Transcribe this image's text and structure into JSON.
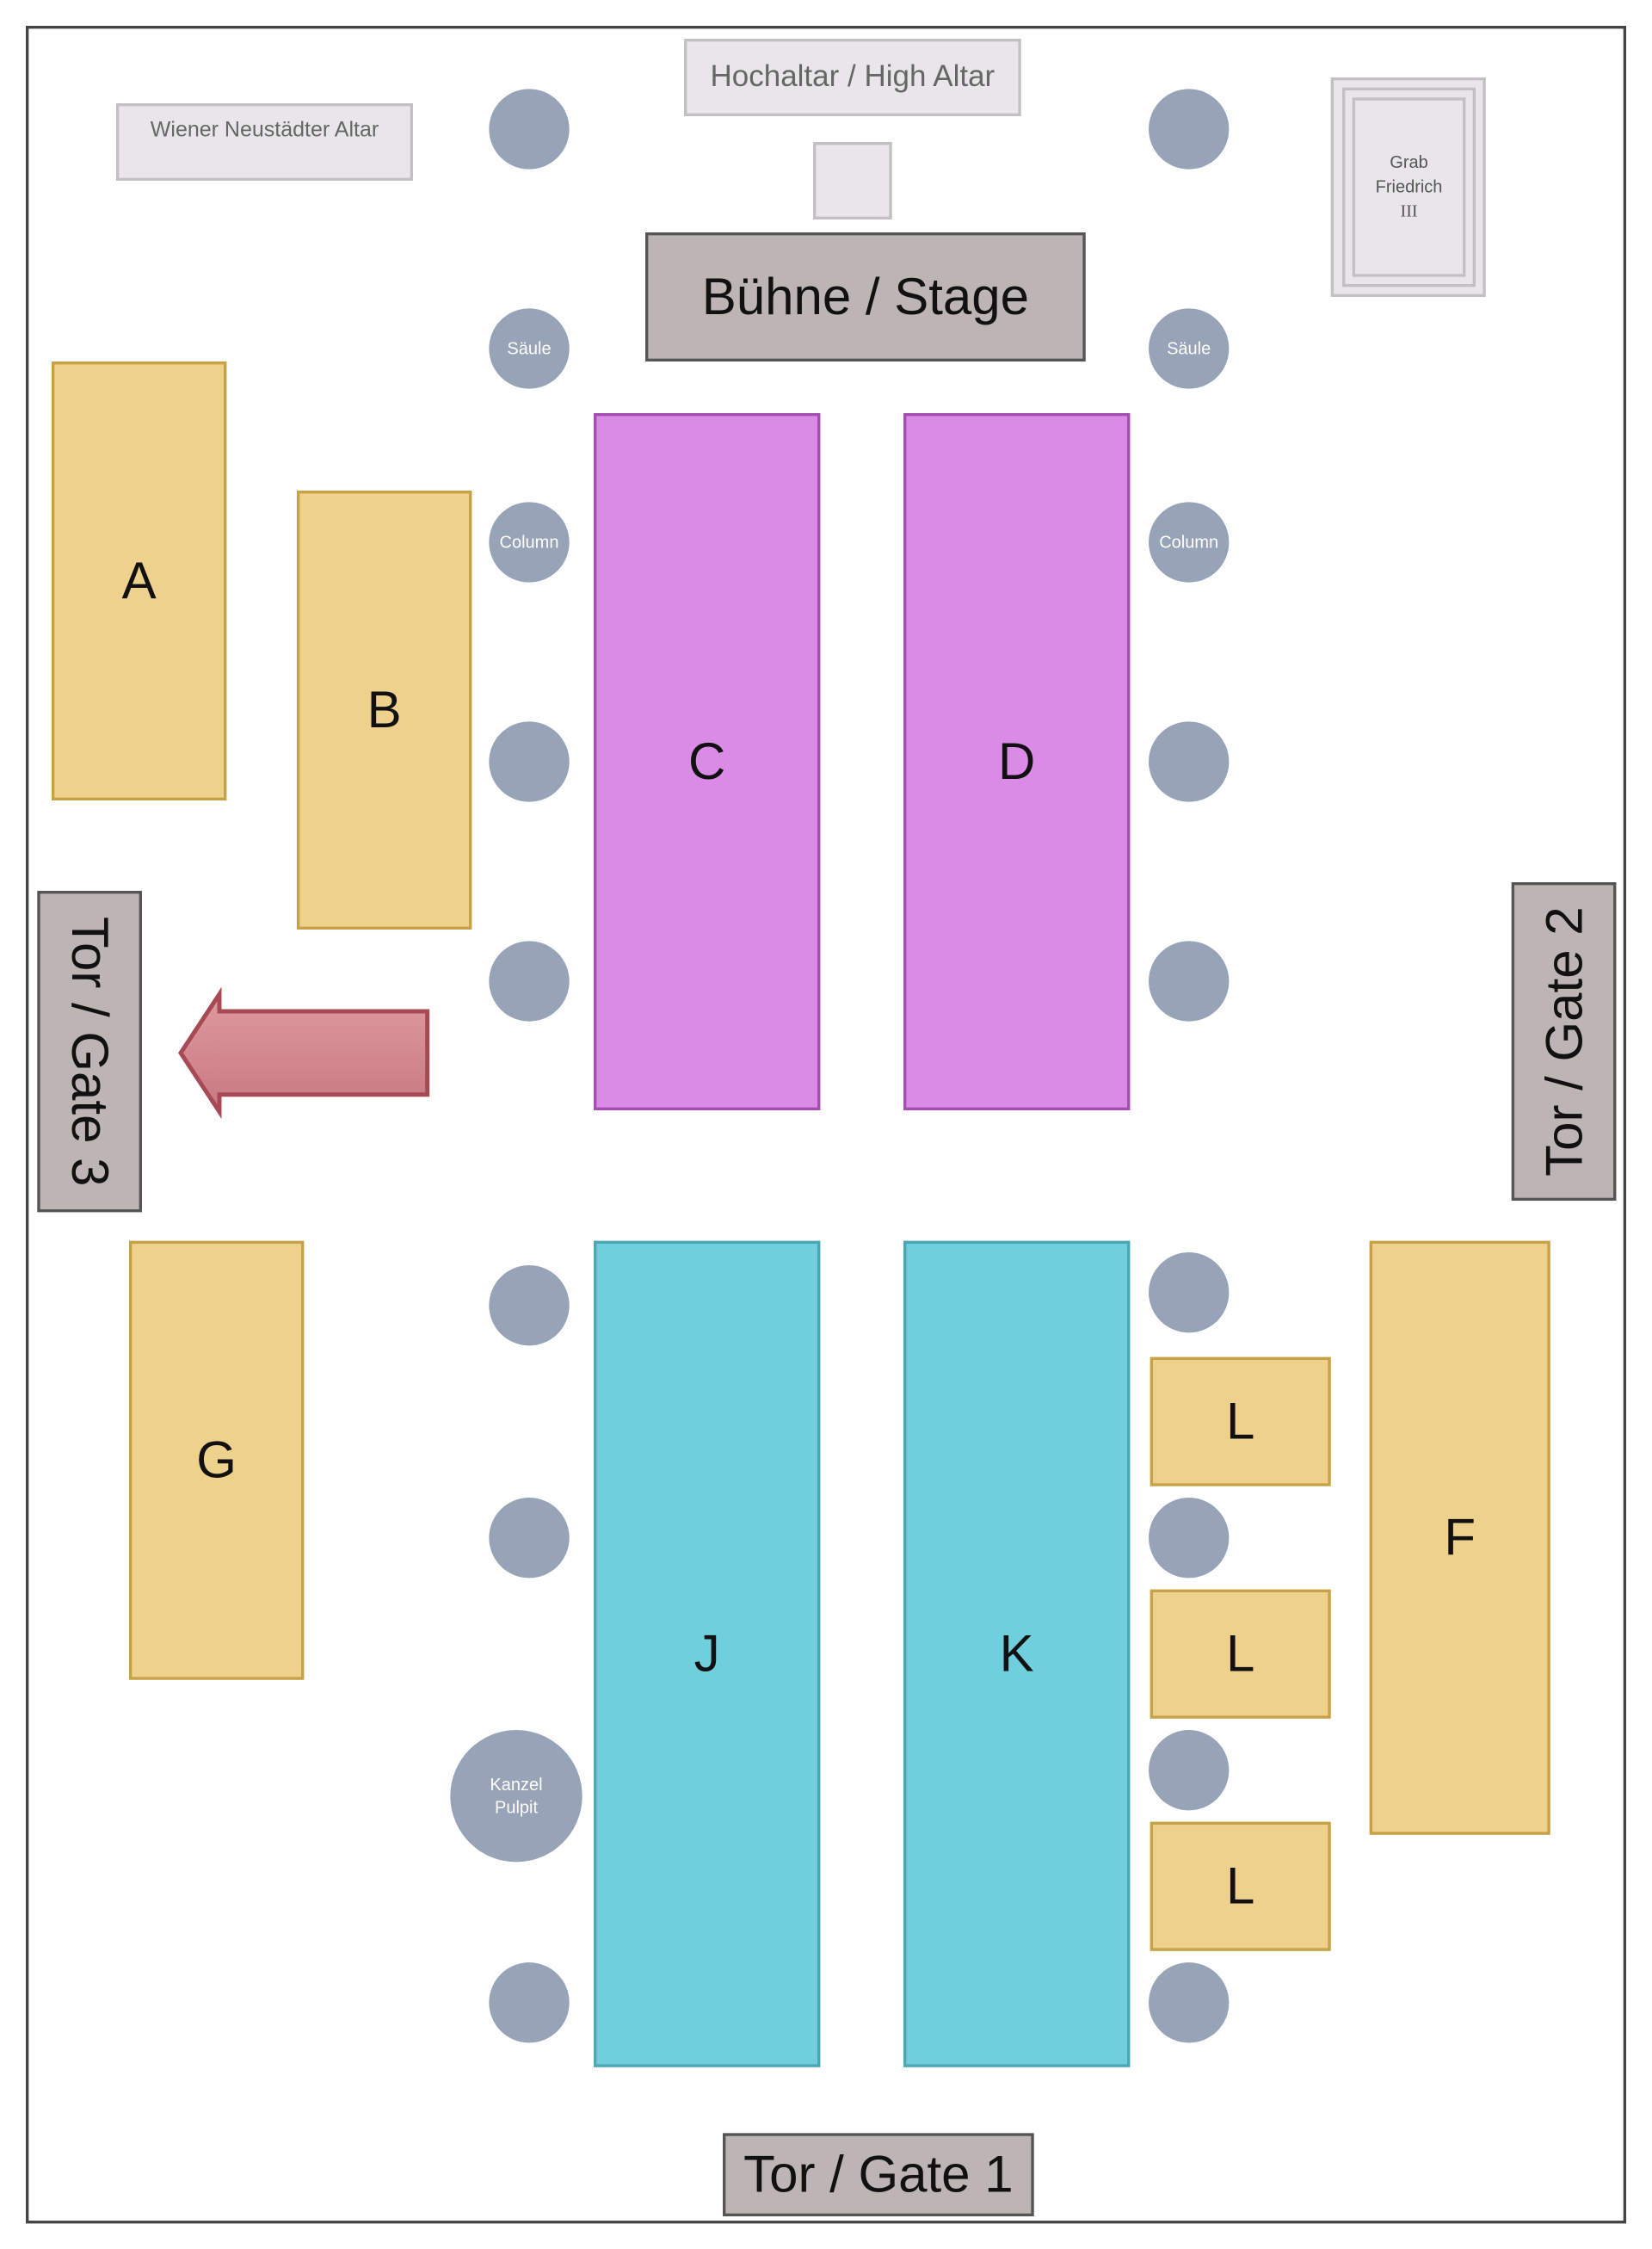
{
  "labels": {
    "wiener_altar": "Wiener  Neustädter Altar",
    "high_altar": "Hochaltar / High Altar",
    "stage": "Bühne / Stage",
    "grab_line1": "Grab",
    "grab_line2": "Friedrich",
    "grab_line3": "III",
    "saeule": "Säule",
    "column": "Column",
    "kanzel": "Kanzel",
    "pulpit": "Pulpit",
    "gate1": "Tor  / Gate 1",
    "gate2": "Tor  / Gate 2",
    "gate3": "Tor  / Gate 3"
  },
  "sections": {
    "A": "A",
    "B": "B",
    "C": "C",
    "D": "D",
    "F": "F",
    "G": "G",
    "J": "J",
    "K": "K",
    "L": "L"
  },
  "colors": {
    "side_blocks": "#efd18e",
    "front_blocks": "#da8be6",
    "rear_blocks": "#6fcfdc",
    "columns": "#97a3b6",
    "gates": "#bdb4b4",
    "arrow": "#d4868c"
  }
}
